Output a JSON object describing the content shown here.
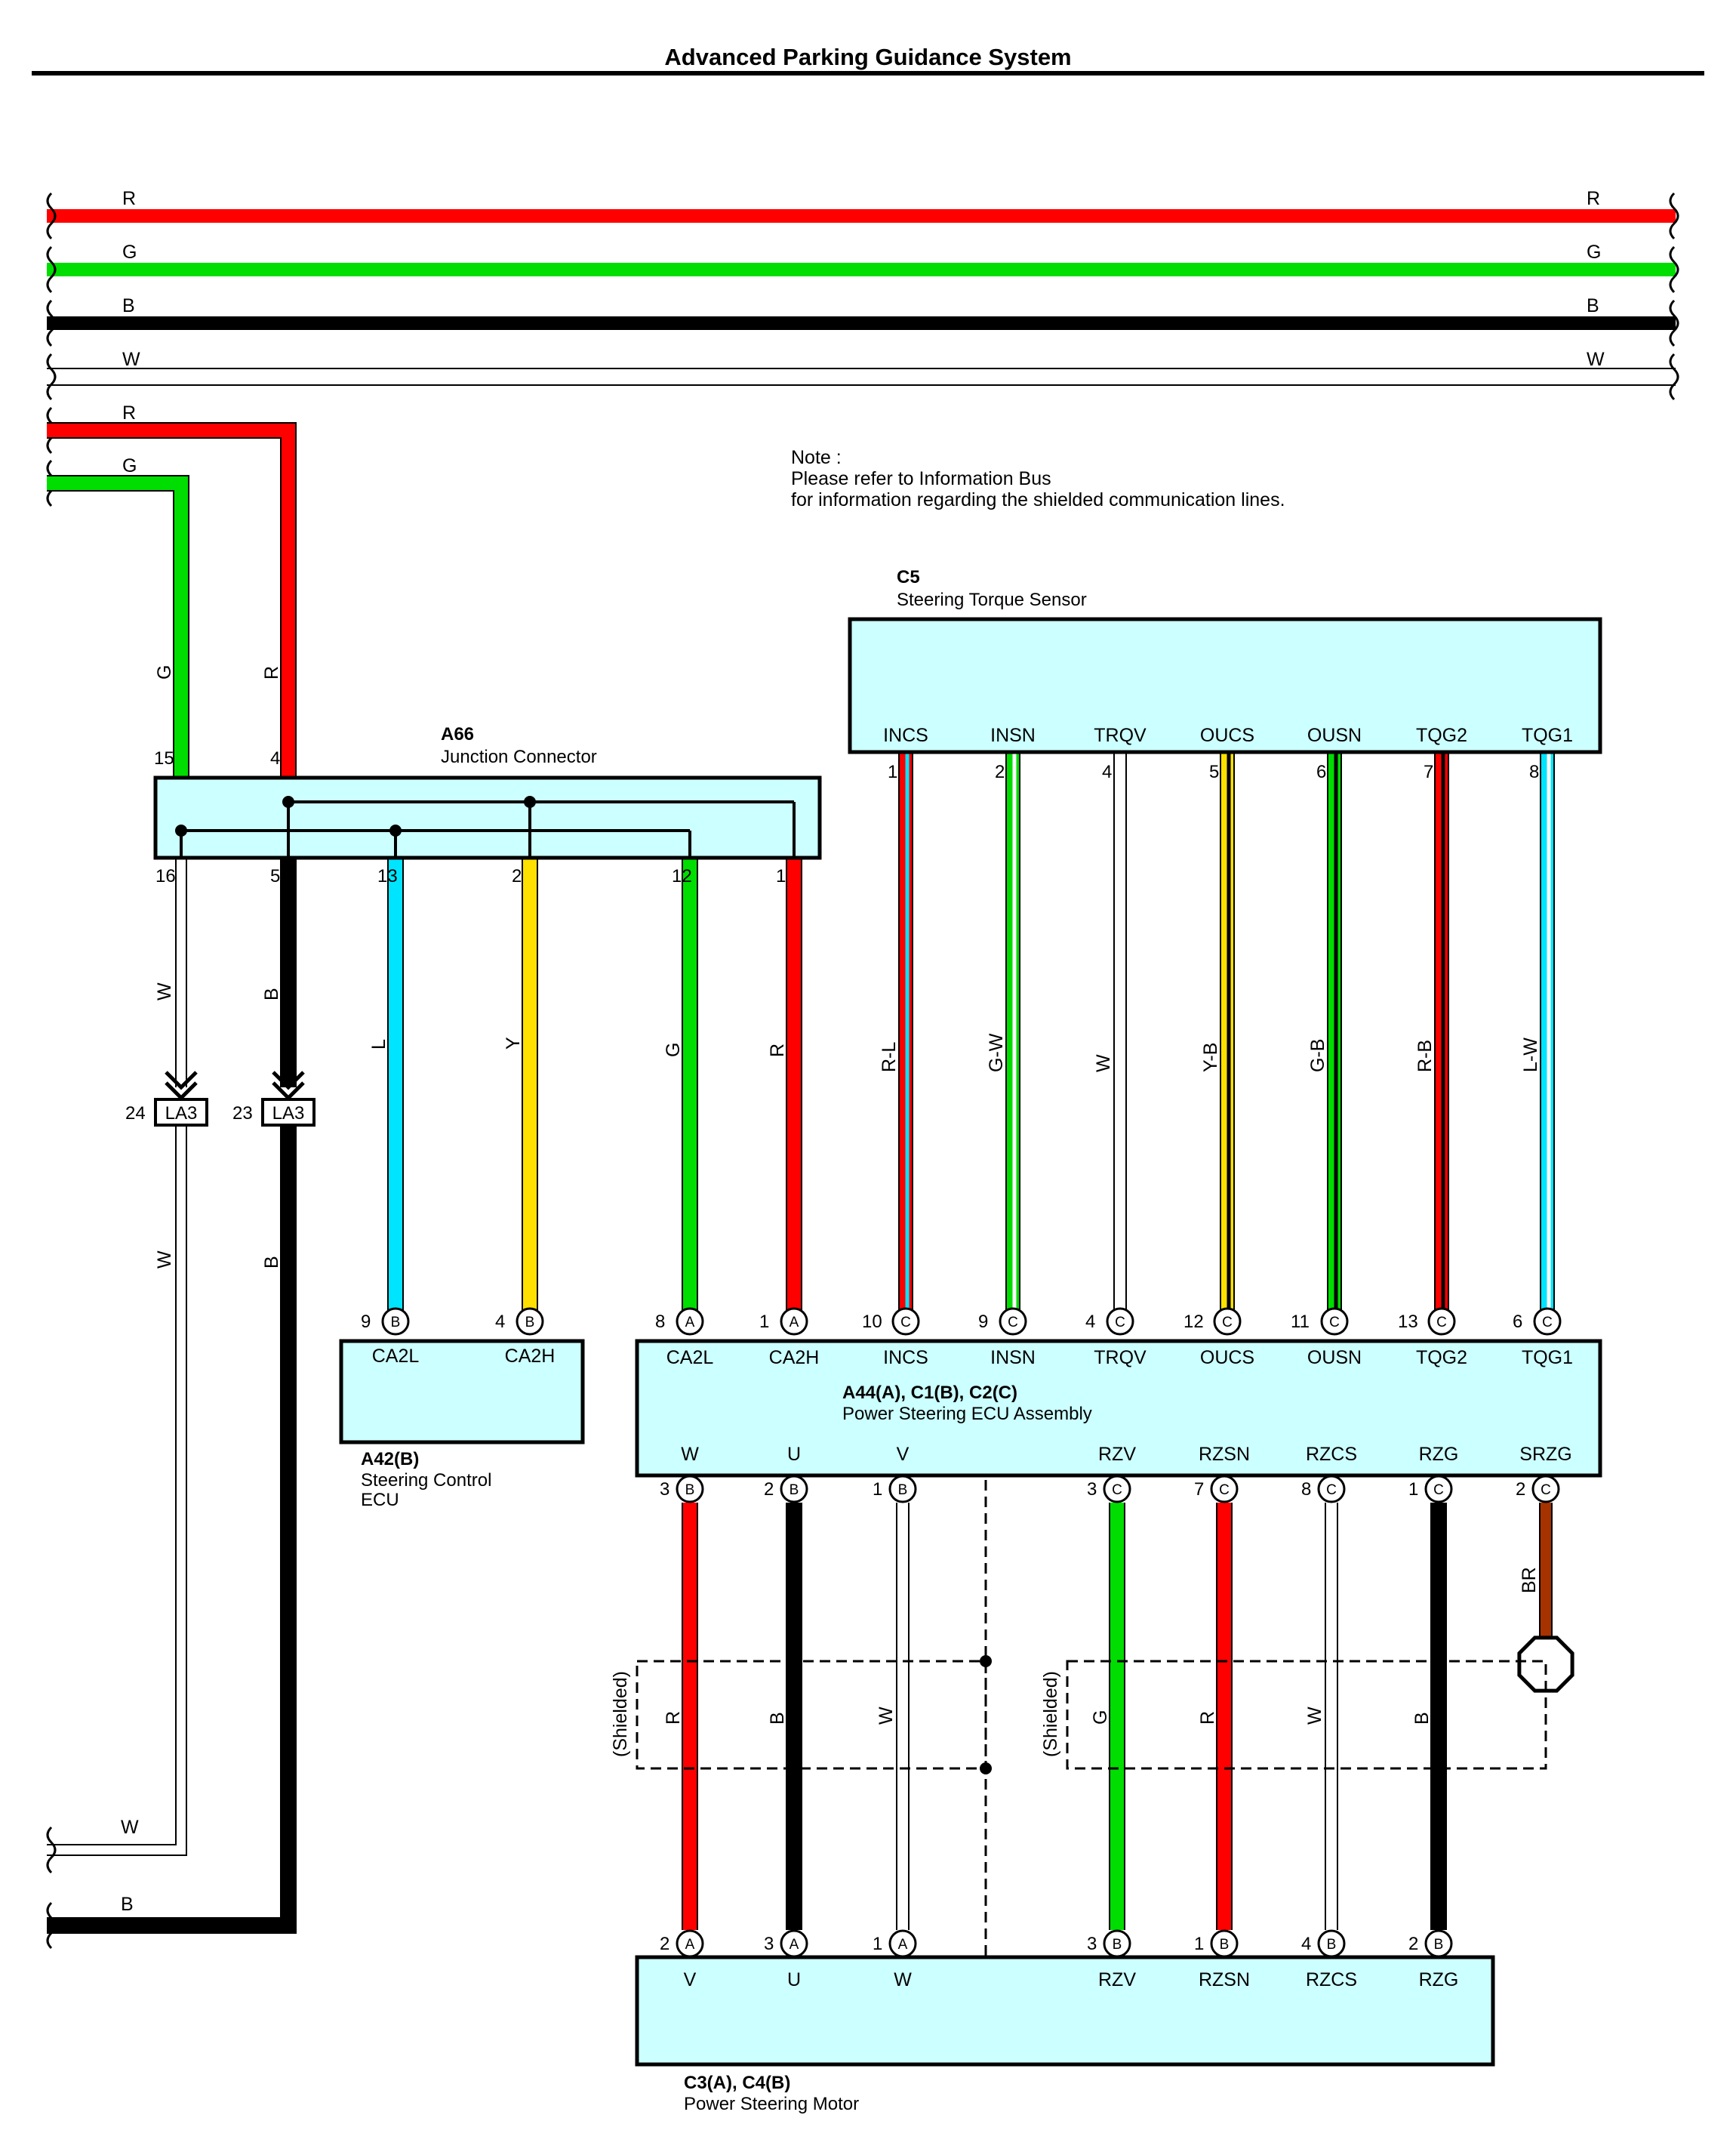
{
  "title": "Advanced Parking Guidance System",
  "note": {
    "lines": [
      "Note :",
      "Please refer to Information Bus",
      "for information regarding the shielded communication lines."
    ]
  },
  "colors": {
    "R": "#ff0000",
    "G": "#00dd00",
    "B": "#000000",
    "W": "#ffffff",
    "L": "#00e5ff",
    "Y": "#ffe000",
    "BR": "#a63200",
    "component_fill": "#ccffff",
    "outline": "#000000"
  },
  "bus": {
    "lines": [
      {
        "color": "R",
        "label_left": "R",
        "label_right": "R"
      },
      {
        "color": "G",
        "label_left": "G",
        "label_right": "G"
      },
      {
        "color": "B",
        "label_left": "B",
        "label_right": "B"
      },
      {
        "color": "W",
        "label_left": "W",
        "label_right": "W"
      }
    ]
  },
  "feeds": [
    {
      "color": "R",
      "label": "R",
      "vertical_label": "R"
    },
    {
      "color": "G",
      "label": "G",
      "vertical_label": "G"
    }
  ],
  "junction_connector": {
    "code": "A66",
    "name": "Junction Connector",
    "top_pins": [
      "15",
      "4"
    ],
    "bottom_pins": [
      "16",
      "5",
      "13",
      "2",
      "12",
      "1"
    ]
  },
  "returns": [
    {
      "color": "W",
      "pin": "16",
      "wire_label": "W",
      "connector": "LA3",
      "connector_pin": "24",
      "lower_label": "W",
      "end_label": "W"
    },
    {
      "color": "B",
      "pin": "5",
      "wire_label": "B",
      "connector": "LA3",
      "connector_pin": "23",
      "lower_label": "B",
      "end_label": "B"
    }
  ],
  "steering_control_ecu": {
    "code": "A42(B)",
    "name_lines": [
      "Steering Control",
      "ECU"
    ],
    "pins": [
      {
        "pin": "9",
        "letter": "B",
        "term": "CA2L",
        "wire": "L",
        "from_pin": "13"
      },
      {
        "pin": "4",
        "letter": "B",
        "term": "CA2H",
        "wire": "Y",
        "from_pin": "2"
      }
    ]
  },
  "torque_sensor": {
    "code": "C5",
    "name": "Steering Torque Sensor",
    "pins": [
      {
        "term": "INCS",
        "pin": "1",
        "wire": "R-L"
      },
      {
        "term": "INSN",
        "pin": "2",
        "wire": "G-W"
      },
      {
        "term": "TRQV",
        "pin": "4",
        "wire": "W"
      },
      {
        "term": "OUCS",
        "pin": "5",
        "wire": "Y-B"
      },
      {
        "term": "OUSN",
        "pin": "6",
        "wire": "G-B"
      },
      {
        "term": "TQG2",
        "pin": "7",
        "wire": "R-B"
      },
      {
        "term": "TQG1",
        "pin": "8",
        "wire": "L-W"
      }
    ]
  },
  "ps_ecu": {
    "code": "A44(A), C1(B), C2(C)",
    "name": "Power Steering ECU Assembly",
    "top_pins": [
      {
        "pin": "8",
        "letter": "A",
        "term": "CA2L",
        "wire": "G",
        "from_pin": "12"
      },
      {
        "pin": "1",
        "letter": "A",
        "term": "CA2H",
        "wire": "R",
        "from_pin": "1"
      },
      {
        "pin": "10",
        "letter": "C",
        "term": "INCS"
      },
      {
        "pin": "9",
        "letter": "C",
        "term": "INSN"
      },
      {
        "pin": "4",
        "letter": "C",
        "term": "TRQV"
      },
      {
        "pin": "12",
        "letter": "C",
        "term": "OUCS"
      },
      {
        "pin": "11",
        "letter": "C",
        "term": "OUSN"
      },
      {
        "pin": "13",
        "letter": "C",
        "term": "TQG2"
      },
      {
        "pin": "6",
        "letter": "C",
        "term": "TQG1"
      }
    ],
    "bottom_pins": [
      {
        "term": "W",
        "pin": "3",
        "letter": "B"
      },
      {
        "term": "U",
        "pin": "2",
        "letter": "B"
      },
      {
        "term": "V",
        "pin": "1",
        "letter": "B"
      },
      {
        "term": "RZV",
        "pin": "3",
        "letter": "C"
      },
      {
        "term": "RZSN",
        "pin": "7",
        "letter": "C"
      },
      {
        "term": "RZCS",
        "pin": "8",
        "letter": "C"
      },
      {
        "term": "RZG",
        "pin": "1",
        "letter": "C"
      },
      {
        "term": "SRZG",
        "pin": "2",
        "letter": "C"
      }
    ]
  },
  "motor_wires": [
    {
      "wire": "R"
    },
    {
      "wire": "B"
    },
    {
      "wire": "W"
    },
    {
      "wire": "G"
    },
    {
      "wire": "R"
    },
    {
      "wire": "W"
    },
    {
      "wire": "B"
    }
  ],
  "shield_wire": {
    "wire": "BR"
  },
  "shield_label": "(Shielded)",
  "motor": {
    "code": "C3(A), C4(B)",
    "name": "Power Steering Motor",
    "pins": [
      {
        "pin": "2",
        "letter": "A",
        "term": "V"
      },
      {
        "pin": "3",
        "letter": "A",
        "term": "U"
      },
      {
        "pin": "1",
        "letter": "A",
        "term": "W"
      },
      {
        "pin": "3",
        "letter": "B",
        "term": "RZV"
      },
      {
        "pin": "1",
        "letter": "B",
        "term": "RZSN"
      },
      {
        "pin": "4",
        "letter": "B",
        "term": "RZCS"
      },
      {
        "pin": "2",
        "letter": "B",
        "term": "RZG"
      }
    ]
  }
}
